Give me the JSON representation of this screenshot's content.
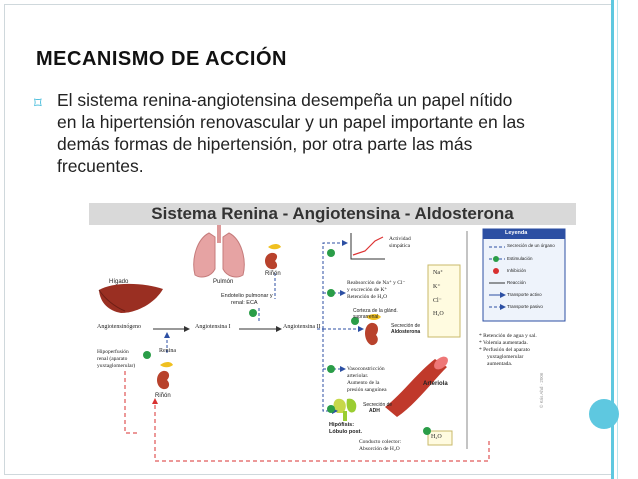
{
  "slide": {
    "title": "Mecanismo de acción",
    "bullet": "El sistema renina-angiotensina desempeña un papel nítido en la hipertensión renovascular y un papel importante en las demás formas de hipertensión, por otra parte las más frecuentes."
  },
  "diagram": {
    "title": "Sistema Renina - Angiotensina - Aldosterona",
    "labels": {
      "higado": "Hígado",
      "pulmon": "Pulmón",
      "rinon_top": "Riñón",
      "rinon_bottom": "Riñón",
      "angiotensinogeno": "Angiotensinógeno",
      "angiotensina1": "Angiotensina I",
      "angiotensina2": "Angiotensina II",
      "renina": "Renina",
      "endotelio1": "Endotelio pulmonar y",
      "endotelio2": "renal: ECA",
      "hipoperfusion1": "Hipoperfusión",
      "hipoperfusion2": "renal (aparato",
      "hipoperfusion3": "yuxtaglomerular)",
      "actividad1": "Actividad",
      "actividad2": "simpática",
      "reabs1": "Reabsorción de Na⁺ y Cl⁻",
      "reabs2": "y excreción de K⁺",
      "reabs3": "Retención de H₂O",
      "corteza1": "Corteza de la glánd.",
      "corteza2": "suprarrenal",
      "secrecion_aldo1": "Secreción de",
      "secrecion_aldo2": "Aldosterona",
      "vaso1": "Vasoconstricción",
      "vaso2": "arteriolar.",
      "vaso3": "Aumento de la",
      "vaso4": "presión sanguínea",
      "arteriola": "Arteriola",
      "adh1": "Secreción de",
      "adh2": "ADH",
      "hipofisis1": "Hipófisis:",
      "hipofisis2": "Lóbulo post.",
      "colector1": "Conducto colector:",
      "colector2": "Absorción de H₂O",
      "na": "Na⁺",
      "k": "K⁺",
      "cl": "Cl⁻",
      "h2o": "H₂O",
      "h2o_bottom": "H₂O",
      "r1": "* Retención de agua y sal.",
      "r2": "* Volemia aumentada.",
      "r3": "* Perfusión del aparato",
      "r4": "yuxtaglomerular",
      "r5": "aumentada.",
      "credit": "© Kris Ahd · 2006"
    },
    "legend": {
      "title": "Leyenda",
      "items": [
        "Secreción de un órgano",
        "Estimulación",
        "Inhibición",
        "Reacción",
        "Transporte activo",
        "Transporte pasivo"
      ]
    }
  }
}
